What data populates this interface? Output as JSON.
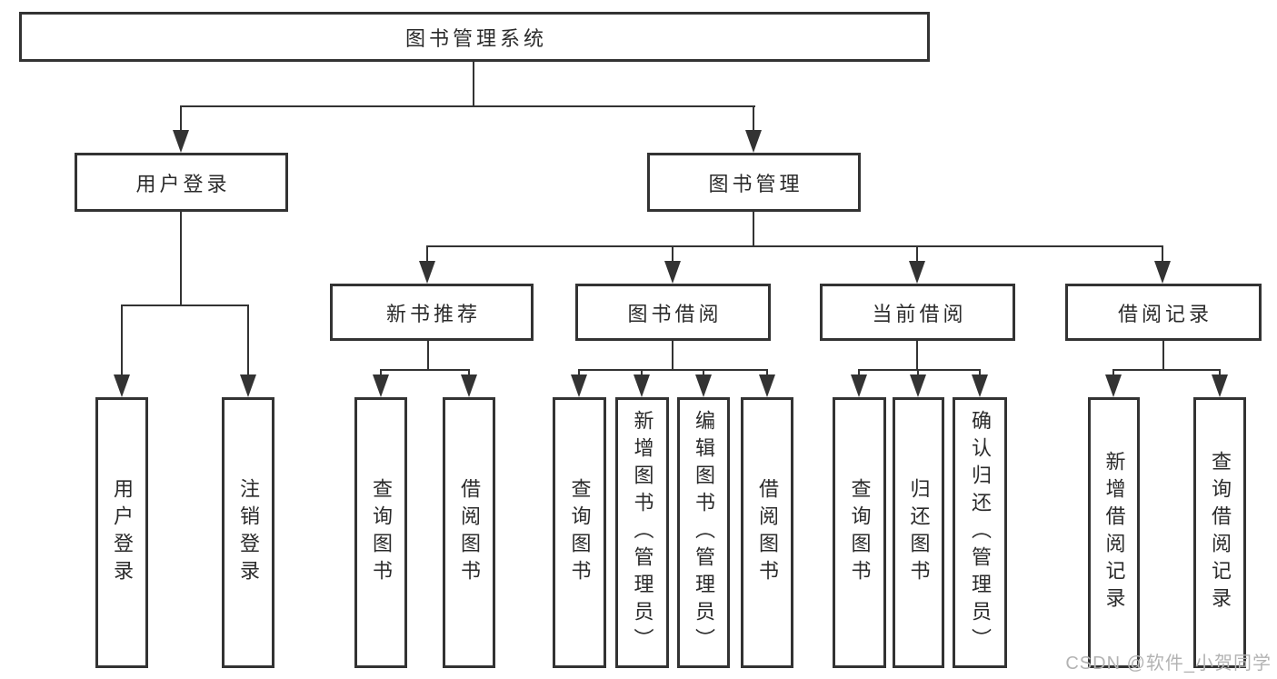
{
  "diagram": {
    "root": {
      "label": "图书管理系统"
    },
    "branches": [
      {
        "label": "用户登录",
        "children": [
          "用户登录",
          "注销登录"
        ]
      },
      {
        "label": "图书管理",
        "children": [
          {
            "label": "新书推荐",
            "children": [
              "查询图书",
              "借阅图书"
            ]
          },
          {
            "label": "图书借阅",
            "children": [
              "查询图书",
              "新增图书（管理员）",
              "编辑图书（管理员）",
              "借阅图书"
            ]
          },
          {
            "label": "当前借阅",
            "children": [
              "查询图书",
              "归还图书",
              "确认归还（管理员）"
            ]
          },
          {
            "label": "借阅记录",
            "children": [
              "新增借阅记录",
              "查询借阅记录"
            ]
          }
        ]
      }
    ]
  },
  "watermark": {
    "text": "CSDN @软件_小贺同学"
  },
  "colors": {
    "line": "#333333",
    "text": "#2b2b2b",
    "watermark": "#b3b3b3",
    "background": "#ffffff"
  }
}
